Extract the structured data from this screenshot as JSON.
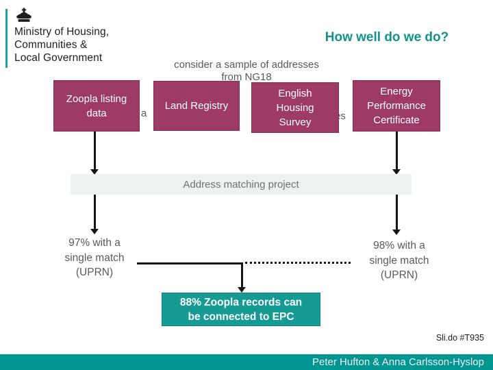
{
  "colors": {
    "accent_teal": "#12928a",
    "box_magenta": "#9d3a66",
    "result_teal": "#169a94",
    "footer_teal": "#009792",
    "bar_gray": "#edf1f1",
    "text_gray": "#58595b",
    "arrow_black": "#141414"
  },
  "logo": {
    "crown_icon": "royal-crest",
    "lines": [
      "Ministry of Housing,",
      "Communities &",
      "Local Government"
    ]
  },
  "header": {
    "title": "How well do we do?"
  },
  "caption": {
    "line1": "consider a sample of addresses",
    "line2": "from NG18",
    "fragment_left": "a",
    "fragment_right": "es"
  },
  "sources": [
    {
      "label": "Zoopla listing data",
      "lines": [
        "Zoopla listing",
        "data"
      ]
    },
    {
      "label": "Land Registry",
      "lines": [
        "Land Registry"
      ]
    },
    {
      "label": "English Housing Survey",
      "lines": [
        "English",
        "Housing",
        "Survey"
      ]
    },
    {
      "label": "Energy Performance Certificate",
      "lines": [
        "Energy",
        "Performance",
        "Certificate"
      ]
    }
  ],
  "process": {
    "bar_label": "Address matching project"
  },
  "results": {
    "left": {
      "label": "97% with a single match (UPRN)",
      "lines": [
        "97% with a",
        "single match",
        "(UPRN)"
      ]
    },
    "right": {
      "label": "98% with a single match (UPRN)",
      "lines": [
        "98% with a",
        "single match",
        "(UPRN)"
      ]
    },
    "epc": {
      "label": "88% Zoopla records can be connected to EPC",
      "lines": [
        "88% Zoopla records can",
        "be connected to EPC"
      ]
    }
  },
  "footer": {
    "slido": "Sli.do #T935",
    "credits": "Peter Hufton & Anna Carlsson-Hyslop"
  }
}
